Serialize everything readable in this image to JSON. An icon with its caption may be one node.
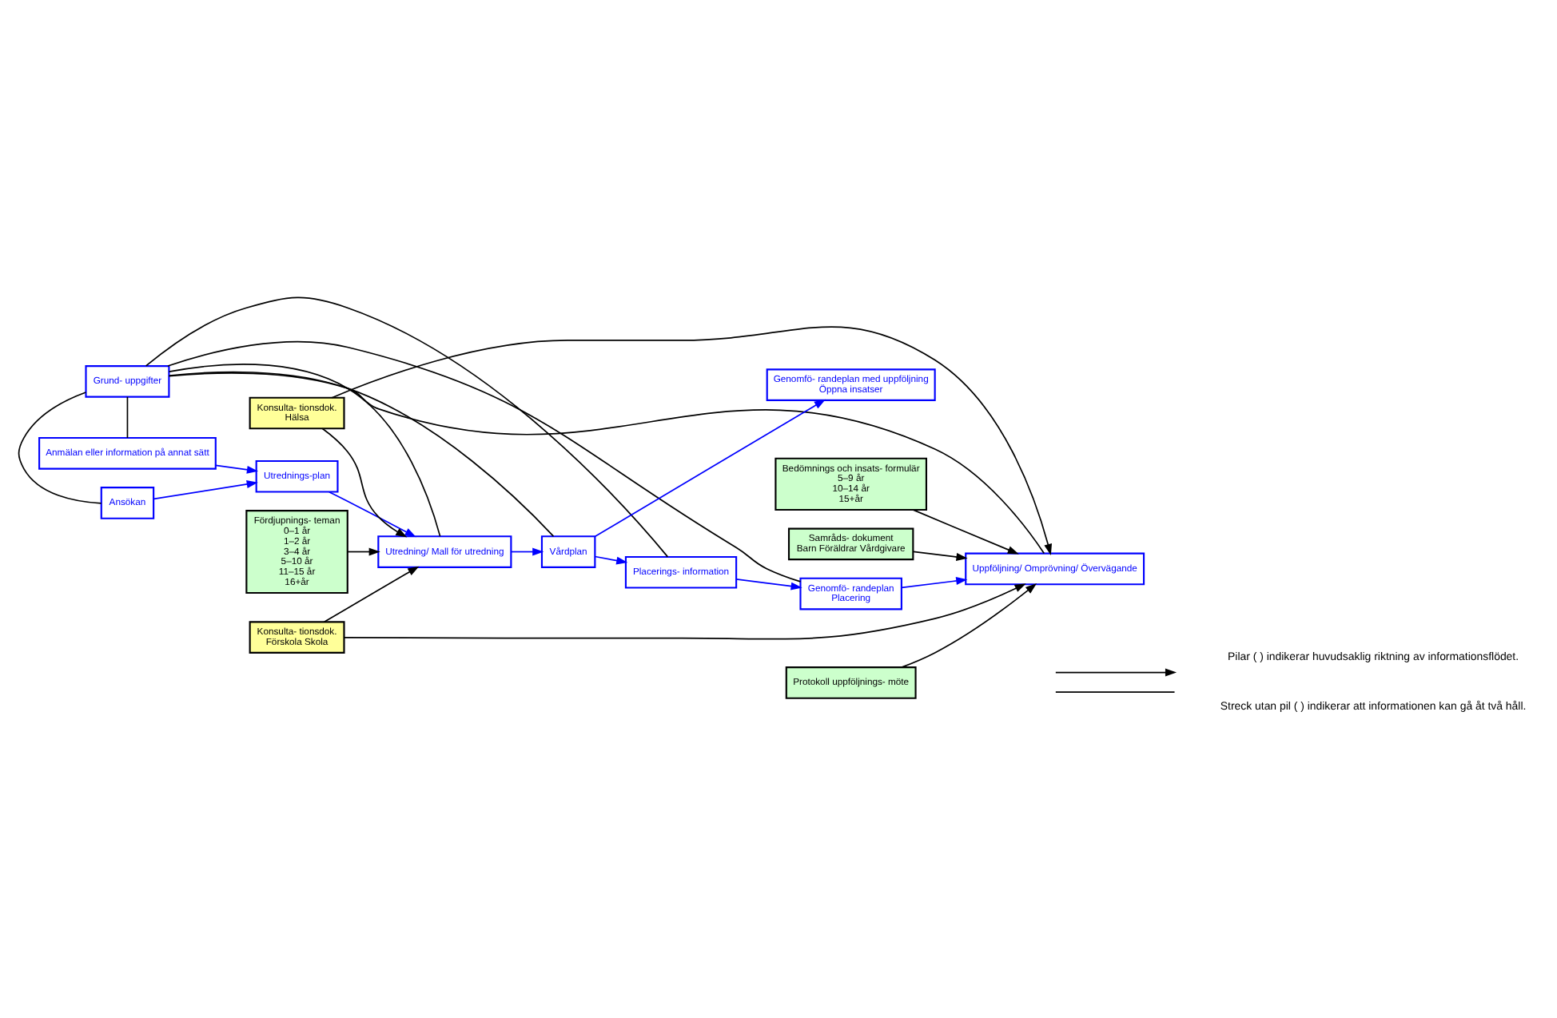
{
  "diagram": {
    "nodes": [
      {
        "text": [
          "Grund- uppgifter"
        ]
      },
      {
        "text": [
          "Ansökan"
        ]
      },
      {
        "text": [
          "Anmälan eller information på annat sätt"
        ]
      },
      {
        "text": [
          "Utrednings-plan"
        ]
      },
      {
        "text": [
          "Utredning/ Mall för utredning"
        ]
      },
      {
        "text": [
          "Vårdplan"
        ]
      },
      {
        "text": [
          "Placerings- information"
        ]
      },
      {
        "text": [
          "Genomfö- randeplan",
          "Placering"
        ]
      },
      {
        "text": [
          "Uppföljning/ Omprövning/ Övervägande"
        ]
      },
      {
        "text": [
          "Genomfö- randeplan med uppföljning",
          "Öppna insatser"
        ]
      },
      {
        "text": [
          "Konsulta- tionsdok.",
          "Förskola Skola"
        ]
      },
      {
        "text": [
          "Konsulta- tionsdok.",
          "Hälsa"
        ]
      },
      {
        "text": [
          "Fördjupnings- teman",
          "0–1 år",
          "1–2 år",
          "3–4 år",
          "5–10 år",
          "11–15 år",
          "16+år"
        ]
      },
      {
        "text": [
          "Bedömnings och insats- formulär",
          "5–9 år",
          "10–14 år",
          "15+år"
        ]
      },
      {
        "text": [
          "Samråds- dokument",
          "Barn Föräldrar Vårdgivare"
        ]
      },
      {
        "text": [
          "Protokoll uppföljnings- möte"
        ]
      }
    ],
    "edges": [
      {
        "from": 0,
        "to": 1,
        "arrow": "none"
      },
      {
        "from": 0,
        "to": 2,
        "arrow": "none"
      },
      {
        "from": 0,
        "to": 4,
        "arrow": "none"
      },
      {
        "from": 0,
        "to": 5,
        "arrow": "none"
      },
      {
        "from": 0,
        "to": 6,
        "arrow": "none"
      },
      {
        "from": 0,
        "to": 7,
        "arrow": "none"
      },
      {
        "from": 0,
        "to": 8,
        "arrow": "none"
      },
      {
        "from": 10,
        "to": 4,
        "arrow": "to"
      },
      {
        "from": 10,
        "to": 8,
        "arrow": "to"
      },
      {
        "from": 11,
        "to": 4,
        "arrow": "to"
      },
      {
        "from": 11,
        "to": 8,
        "arrow": "to"
      },
      {
        "from": 1,
        "to": 3,
        "arrow": "to",
        "color": "#0000ff"
      },
      {
        "from": 2,
        "to": 3,
        "arrow": "to",
        "color": "#0000ff"
      },
      {
        "from": 3,
        "to": 4,
        "arrow": "to",
        "color": "#0000ff"
      },
      {
        "from": 4,
        "to": 5,
        "arrow": "to",
        "color": "#0000ff"
      },
      {
        "from": 5,
        "to": 6,
        "arrow": "to",
        "color": "#0000ff"
      },
      {
        "from": 6,
        "to": 7,
        "arrow": "to",
        "color": "#0000ff"
      },
      {
        "from": 7,
        "to": 8,
        "arrow": "to",
        "color": "#0000ff"
      },
      {
        "from": 5,
        "to": 9,
        "arrow": "to",
        "color": "#0000ff"
      },
      {
        "from": 12,
        "to": 4,
        "arrow": "to"
      },
      {
        "from": 13,
        "to": 8,
        "arrow": "to"
      },
      {
        "from": 14,
        "to": 8,
        "arrow": "to"
      },
      {
        "from": 15,
        "to": 8,
        "arrow": "to"
      }
    ],
    "legend": [
      {
        "text": "Pilar ( ) indikerar huvudsaklig riktning av informationsflödet."
      },
      {
        "text": "Streck utan pil ( ) indikerar att informationen kan gå åt två håll."
      }
    ]
  }
}
